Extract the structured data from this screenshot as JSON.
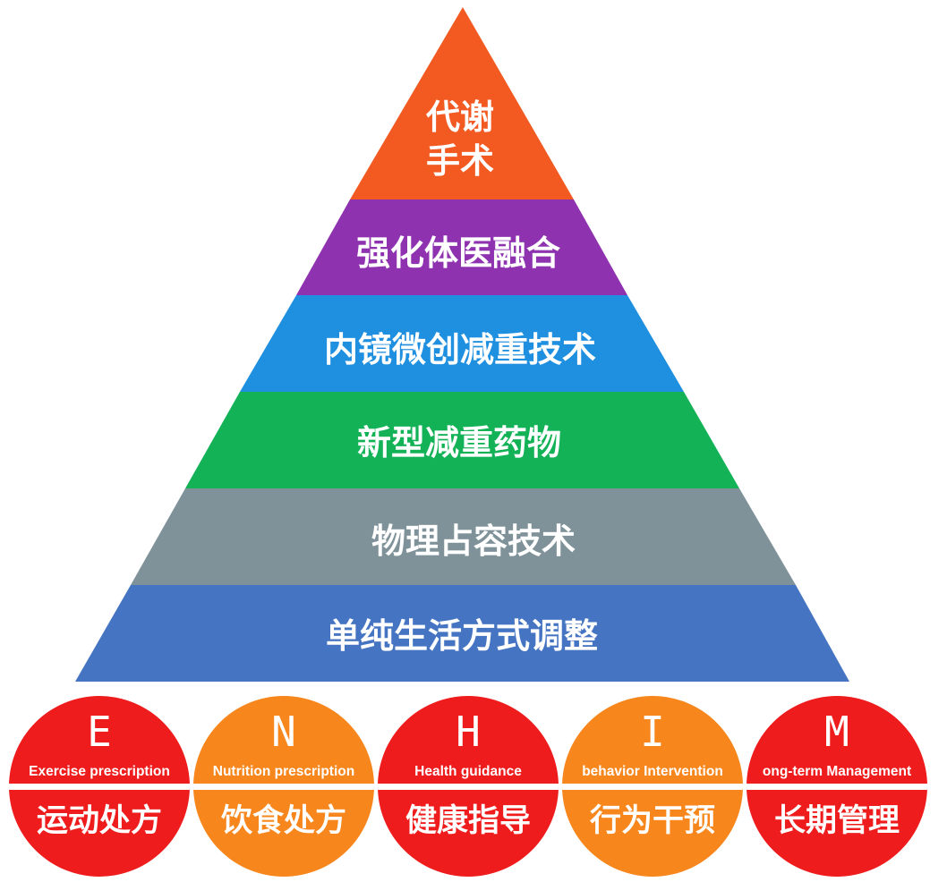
{
  "pyramid": {
    "tiers": [
      {
        "label_line1": "代谢",
        "label_line2": "手术",
        "color": "#f25a22"
      },
      {
        "label": "强化体医融合",
        "color": "#8e32b0"
      },
      {
        "label": "内镜微创减重技术",
        "color": "#1f8fe0"
      },
      {
        "label": "新型减重药物",
        "color": "#13b257"
      },
      {
        "label": "物理占容技术",
        "color": "#7f9299"
      },
      {
        "label": "单纯生活方式调整",
        "color": "#4574c2"
      }
    ]
  },
  "enhim": {
    "items": [
      {
        "letter": "E",
        "english": "Exercise prescription",
        "chinese": "运动处方",
        "color": "#ee1c1c"
      },
      {
        "letter": "N",
        "english": "Nutrition prescription",
        "chinese": "饮食处方",
        "color": "#f7861c"
      },
      {
        "letter": "H",
        "english": "Health guidance",
        "chinese": "健康指导",
        "color": "#ee1c1c"
      },
      {
        "letter": "I",
        "english": "behavior Intervention",
        "chinese": "行为干预",
        "color": "#f7861c"
      },
      {
        "letter": "M",
        "english": "ong-term Management",
        "chinese": "长期管理",
        "color": "#ee1c1c"
      }
    ]
  }
}
